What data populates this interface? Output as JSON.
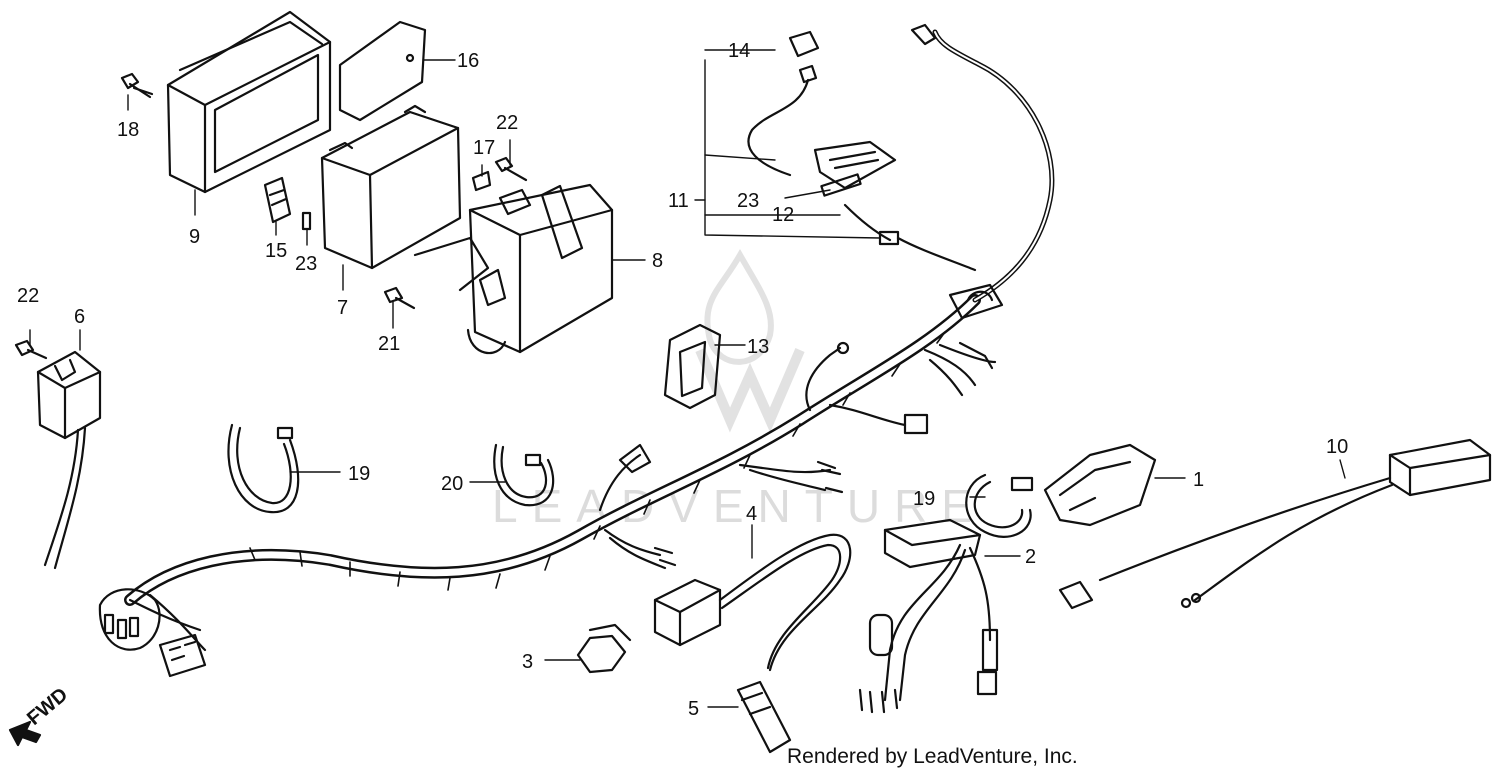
{
  "watermark": "LEADVENTURE",
  "direction_label": "FWD",
  "footer": "Rendered by LeadVenture, Inc.",
  "callouts": {
    "p1": "1",
    "p2": "2",
    "p3": "3",
    "p4": "4",
    "p5": "5",
    "p6": "6",
    "p7": "7",
    "p8": "8",
    "p9": "9",
    "p10": "10",
    "p11": "11",
    "p12": "12",
    "p13": "13",
    "p14": "14",
    "p15": "15",
    "p16": "16",
    "p17": "17",
    "p18": "18",
    "p19a": "19",
    "p19b": "19",
    "p20": "20",
    "p21": "21",
    "p22a": "22",
    "p22b": "22",
    "p23a": "23",
    "p23b": "23"
  }
}
